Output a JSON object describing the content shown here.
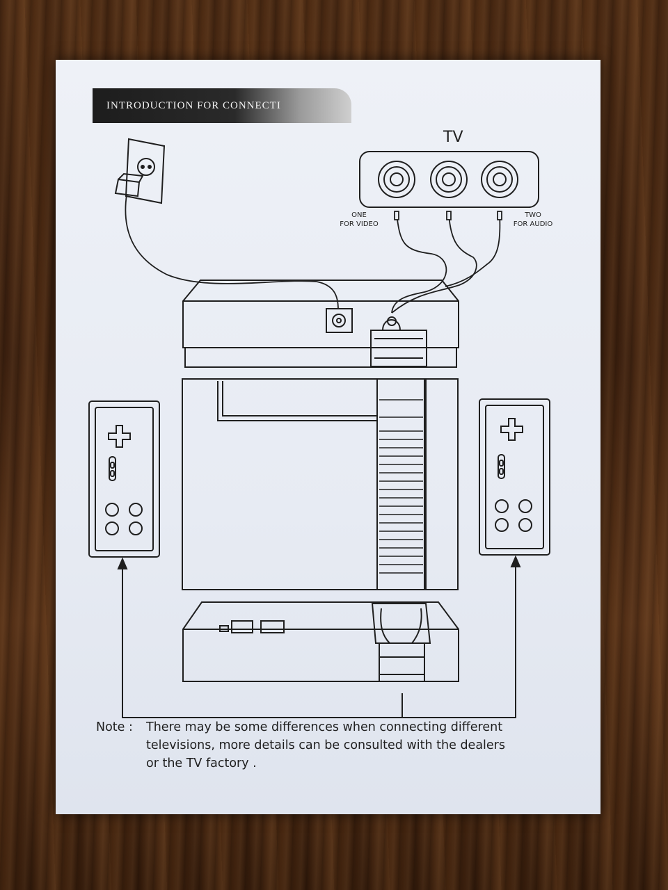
{
  "header": {
    "title": "INTRODUCTION FOR CONNECTI"
  },
  "tv": {
    "label": "TV",
    "port_left_label": [
      "ONE",
      "FOR VIDEO"
    ],
    "port_right_label": [
      "TWO",
      "FOR AUDIO"
    ]
  },
  "note": {
    "label": "Note :",
    "lines": [
      "There may be some differences when connecting different",
      "televisions, more details can be consulted with the dealers",
      "or the TV factory ."
    ]
  },
  "icons": [
    "power-outlet-icon",
    "tv-ports-icon",
    "console-icon",
    "controller-icon",
    "arrow-icon"
  ],
  "colors": {
    "paper": "#e9edf4",
    "ink": "#1f1f1f",
    "wood": "#3a2212"
  }
}
